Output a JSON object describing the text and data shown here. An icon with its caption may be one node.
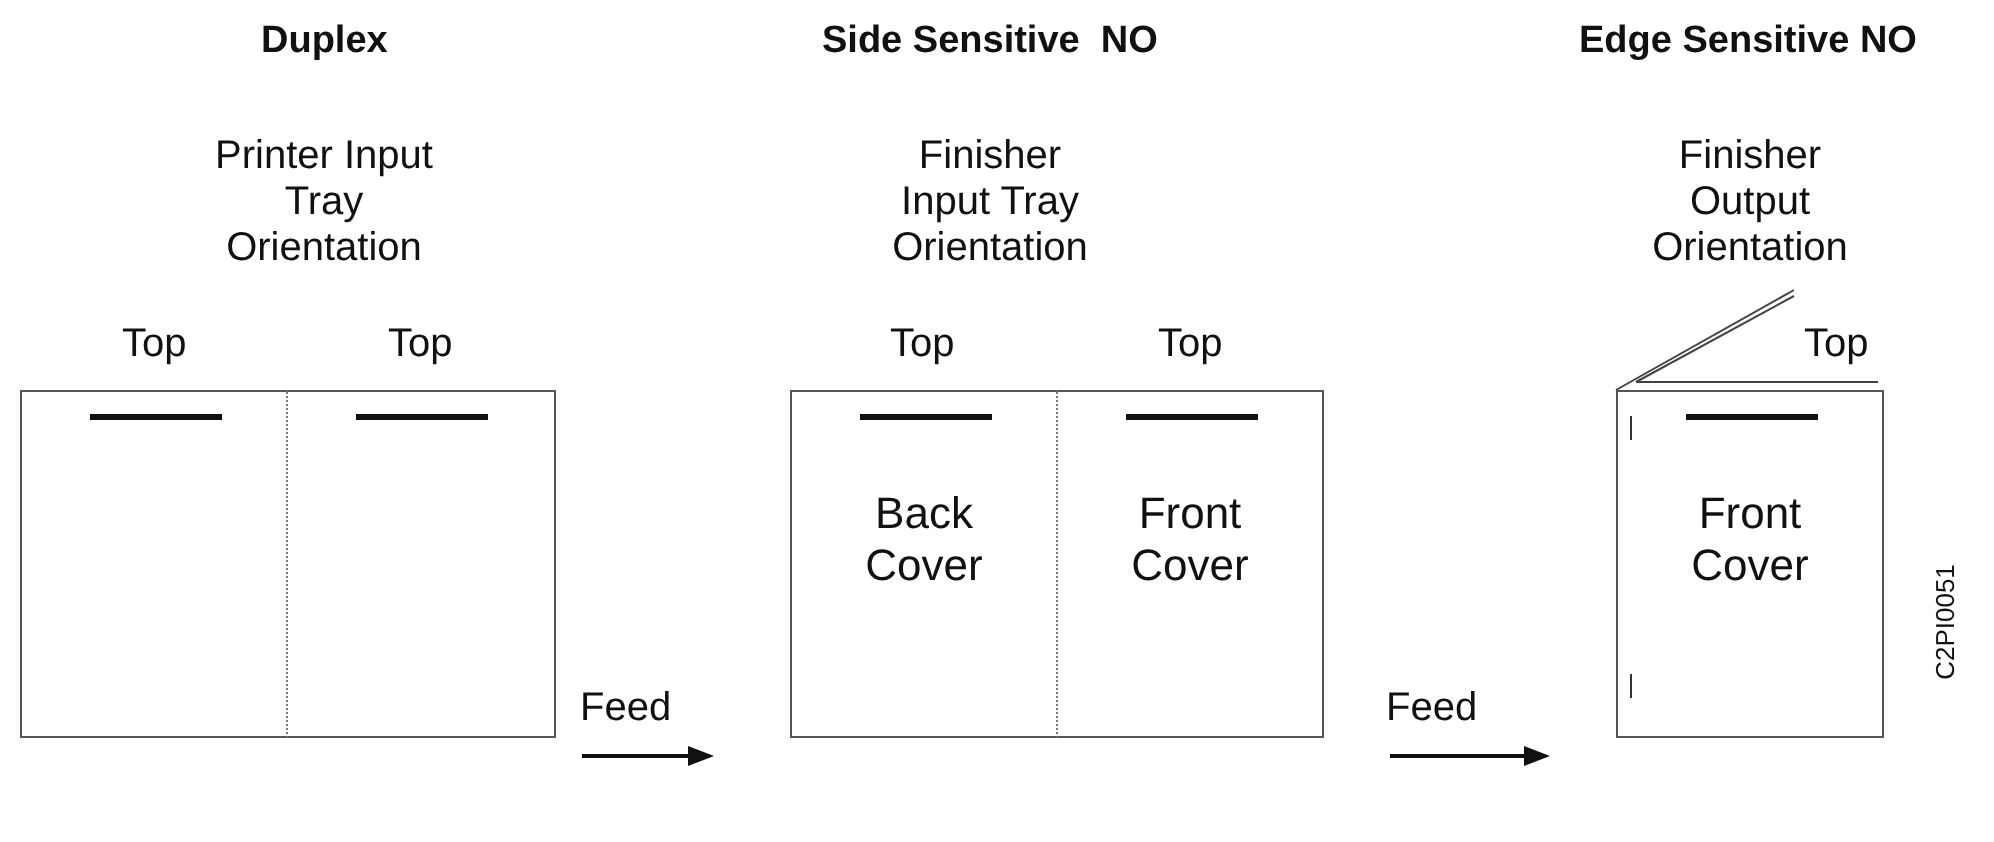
{
  "diagram": {
    "nodes": [
      {
        "text": [],
        "shape": "box"
      },
      {
        "text": [],
        "shape": "box"
      },
      {
        "text": [
          "Back Cover"
        ]
      },
      {
        "text": [
          "Front Cover"
        ]
      },
      {
        "text": [
          "Front Cover"
        ]
      }
    ],
    "edges": [],
    "labels": [
      "Duplex",
      "Side Sensitive  NO",
      "Edge Sensitive NO",
      "Printer Input Tray Orientation",
      "Finisher Input Tray Orientation",
      "Finisher Output Orientation",
      "Top",
      "Top",
      "Top",
      "Top",
      "Top",
      "Feed",
      "Feed",
      "C2PI0051"
    ]
  }
}
